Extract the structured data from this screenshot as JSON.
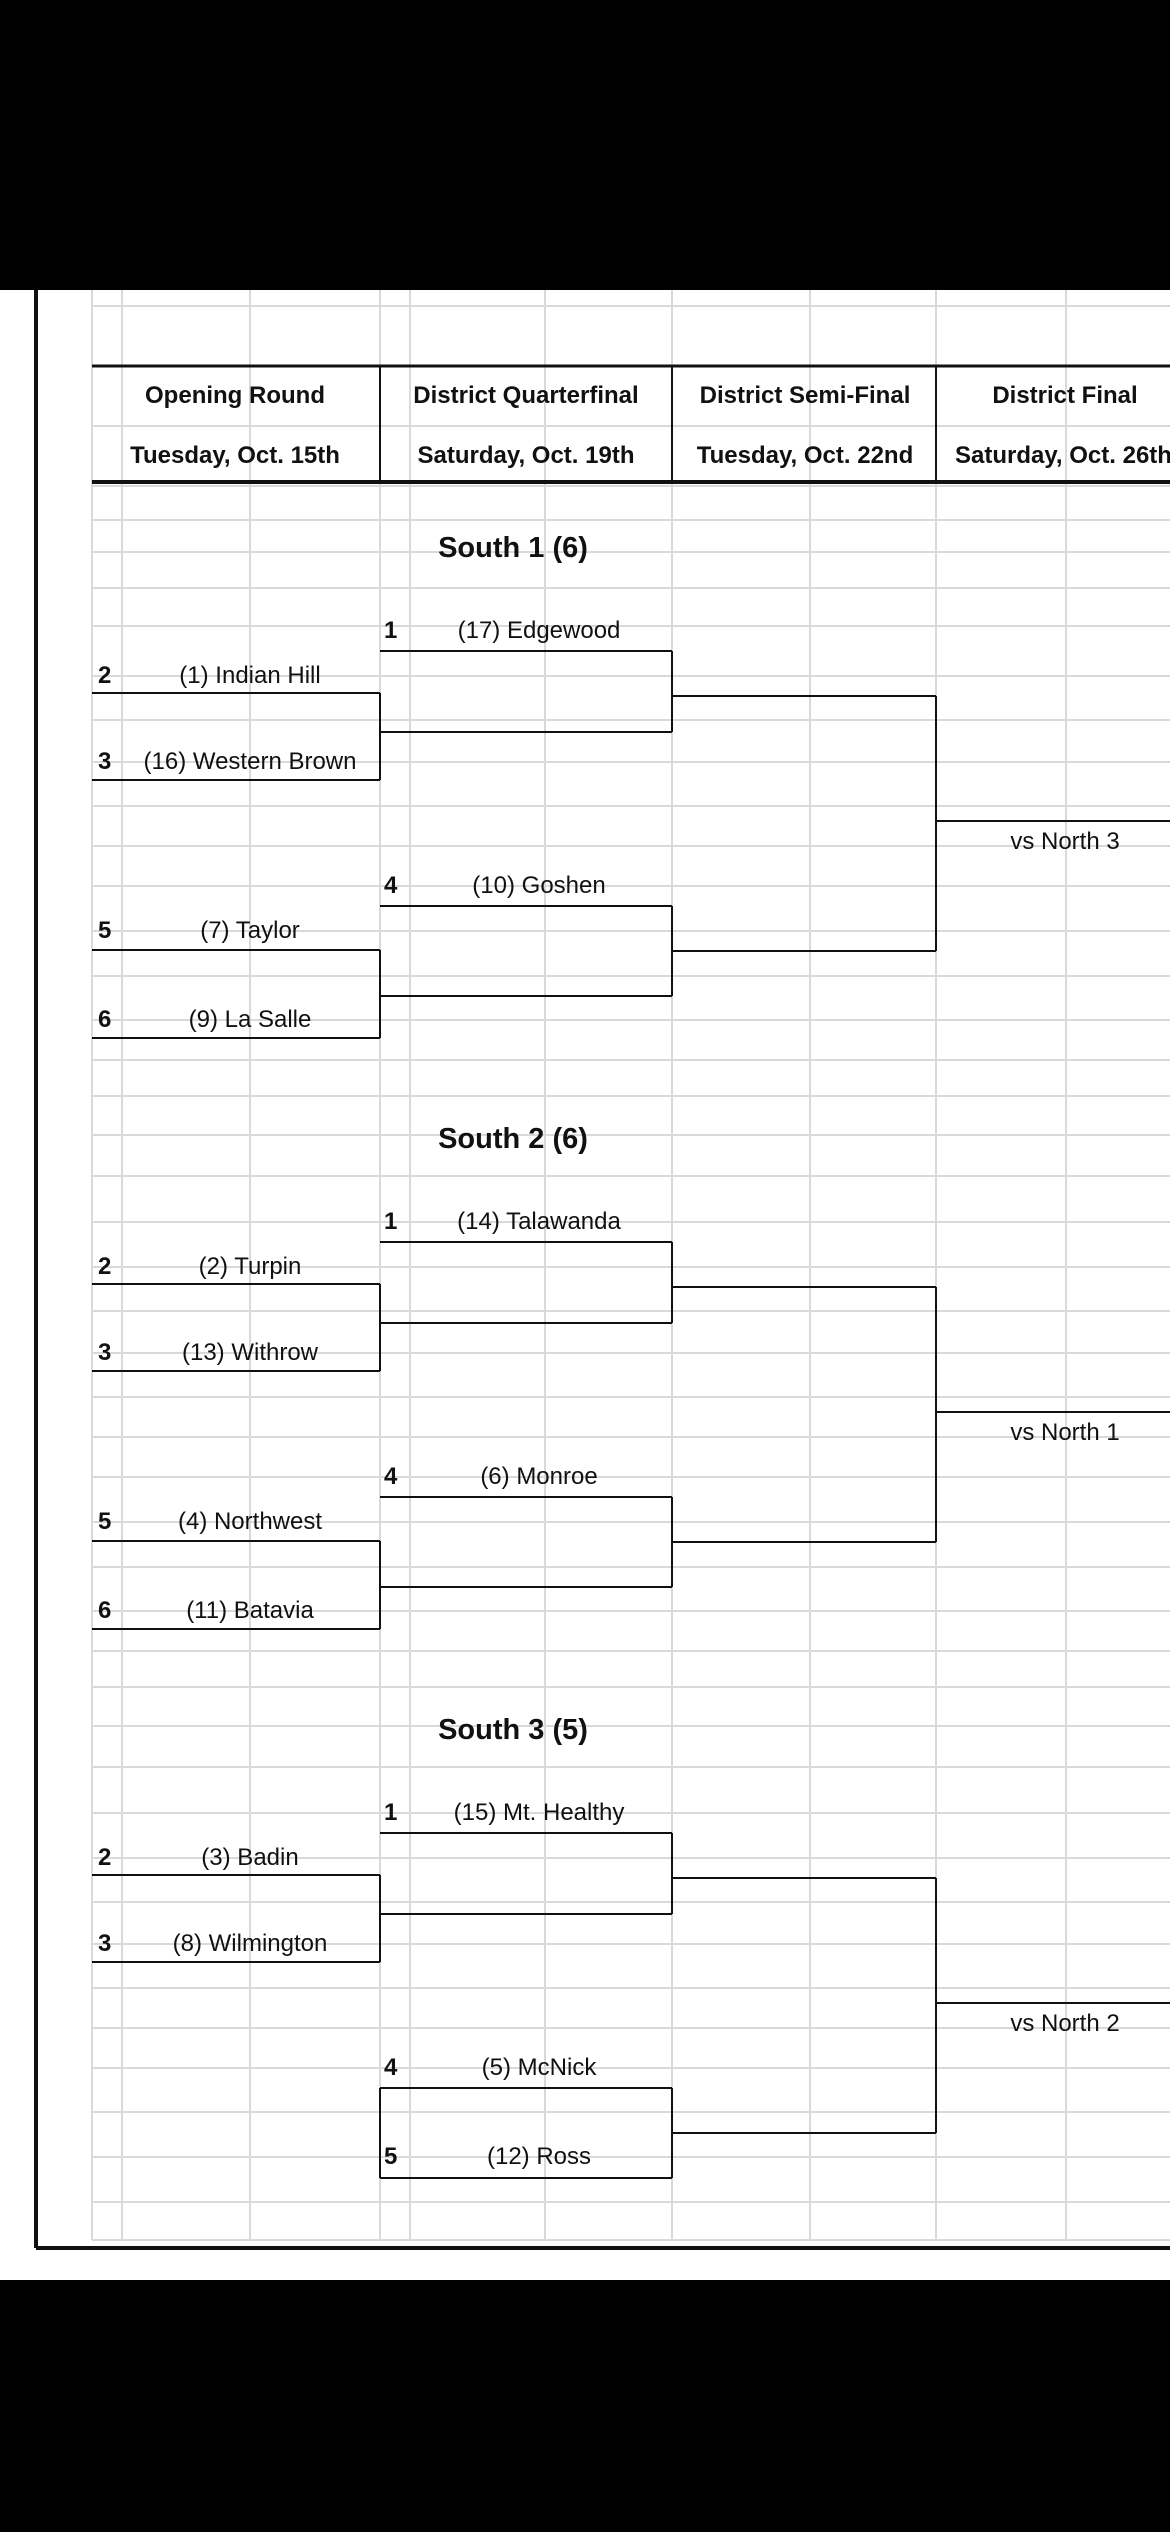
{
  "columns": [
    {
      "round": "Opening Round",
      "date": "Tuesday, Oct. 15th"
    },
    {
      "round": "District Quarterfinal",
      "date": "Saturday, Oct. 19th"
    },
    {
      "round": "District Semi-Final",
      "date": "Tuesday, Oct. 22nd"
    },
    {
      "round": "District Final",
      "date": "Saturday, Oct. 26th"
    }
  ],
  "regions": [
    {
      "title": "South 1 (6)",
      "opening": [
        {
          "seed": "2",
          "team": "(1) Indian Hill"
        },
        {
          "seed": "3",
          "team": "(16) Western Brown"
        },
        {
          "seed": "5",
          "team": "(7) Taylor"
        },
        {
          "seed": "6",
          "team": "(9) La Salle"
        }
      ],
      "quarter": [
        {
          "seed": "1",
          "team": "(17) Edgewood"
        },
        {
          "seed": "4",
          "team": "(10) Goshen"
        }
      ],
      "final": "vs North 3"
    },
    {
      "title": "South 2 (6)",
      "opening": [
        {
          "seed": "2",
          "team": "(2) Turpin"
        },
        {
          "seed": "3",
          "team": "(13) Withrow"
        },
        {
          "seed": "5",
          "team": "(4) Northwest"
        },
        {
          "seed": "6",
          "team": "(11) Batavia"
        }
      ],
      "quarter": [
        {
          "seed": "1",
          "team": "(14) Talawanda"
        },
        {
          "seed": "4",
          "team": "(6) Monroe"
        }
      ],
      "final": "vs North 1"
    },
    {
      "title": "South 3 (5)",
      "opening": [
        {
          "seed": "2",
          "team": "(3) Badin"
        },
        {
          "seed": "3",
          "team": "(8) Wilmington"
        }
      ],
      "quarter": [
        {
          "seed": "1",
          "team": "(15) Mt. Healthy"
        },
        {
          "seed": "4",
          "team": "(5) McNick"
        },
        {
          "seed": "5",
          "team": "(12) Ross"
        }
      ],
      "final": "vs North 2"
    }
  ]
}
